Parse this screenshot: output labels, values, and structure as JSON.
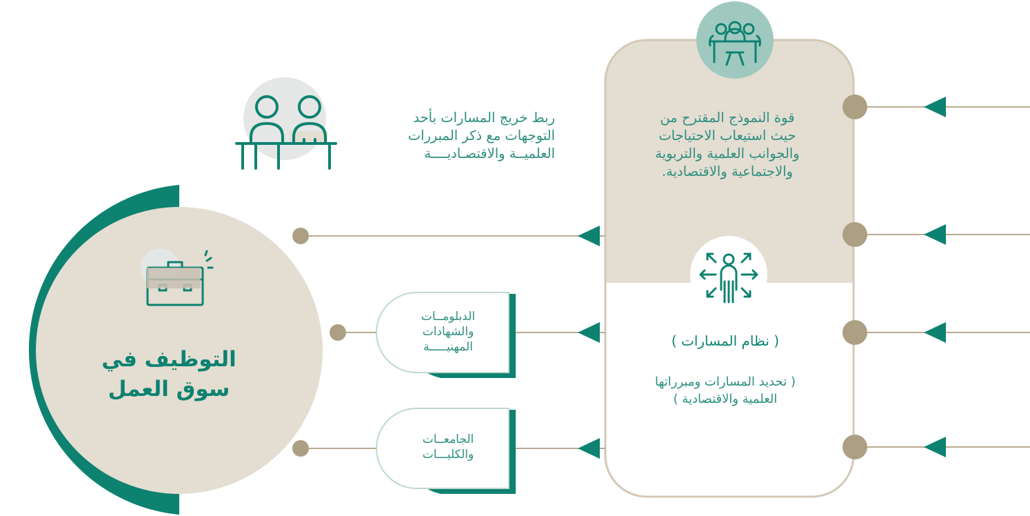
{
  "colors": {
    "teal": "#0d8270",
    "teal_text": "#2d8f7f",
    "beige": "#e4ddd2",
    "beige_border": "#d4c8b6",
    "brown_line": "#b8aa92",
    "brown_dot": "#ad9f84",
    "light_circle": "#e4e7e6",
    "icon_circle": "#9fc9bf",
    "pill_border": "#bfd8d1"
  },
  "icons": {
    "top": "meeting-group-icon",
    "middle": "person-directions-icon",
    "link": "two-people-desk-icon",
    "employment": "briefcase-icon"
  },
  "model_box": {
    "lines": [
      "قوة النموذج المقترح من",
      "حيث استيعاب الاحتياجات",
      "والجوانب العلمية والتربوية",
      "والاجتماعية والاقتصادية."
    ]
  },
  "link_note": {
    "lines": [
      "ربط خريج المسارات بأحد",
      "التوجهات مع ذكر المبررات",
      "العلميــة والاقتصـاديــــة"
    ]
  },
  "system_box": {
    "title": "( نظام المسارات )",
    "subtitle_lines": [
      "( تحديد المسارات ومبرراتها",
      "العلمية والاقتصادية )"
    ]
  },
  "employment": {
    "lines": [
      "التوظيف في",
      "سوق العمل"
    ]
  },
  "branches": [
    {
      "lines": [
        "الدبلومــات",
        "والشهادات",
        "المهنيـــــة"
      ]
    },
    {
      "lines": [
        "الجامعــات",
        "والكليـــات"
      ]
    }
  ]
}
